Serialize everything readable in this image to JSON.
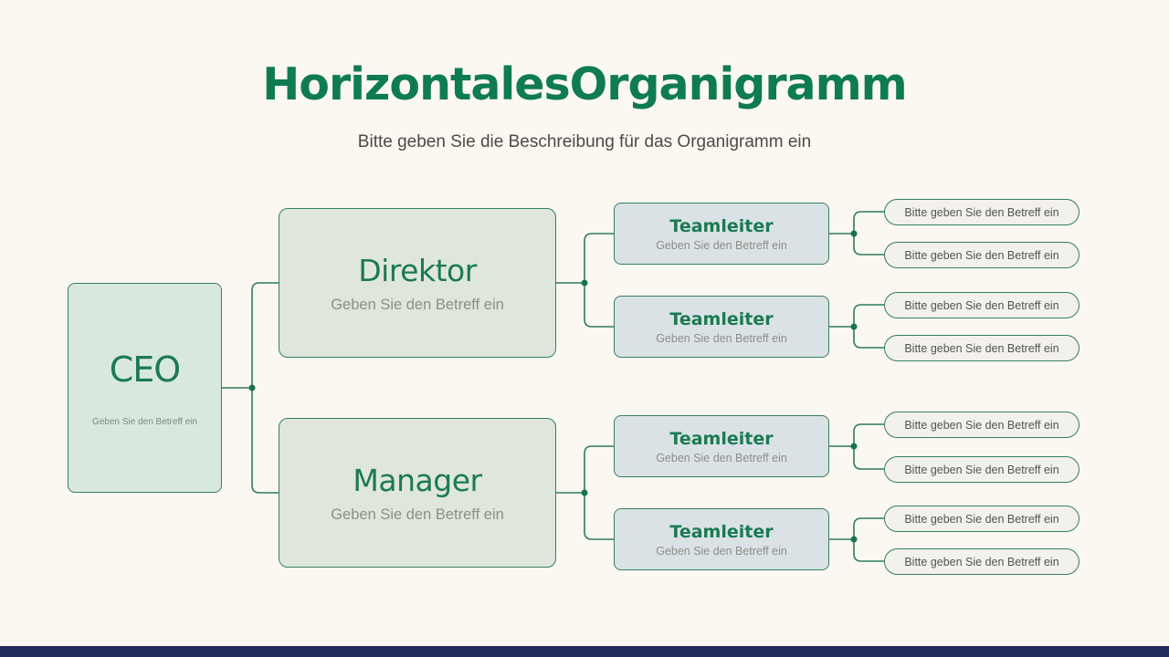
{
  "page": {
    "title": "HorizontalesOrganigramm",
    "subtitle": "Bitte geben Sie die Beschreibung für das Organigramm ein"
  },
  "colors": {
    "background": "#fbf7f1",
    "heading_green": "#0f7b50",
    "border_green": "#2e7d5b",
    "ceo_fill": "#d9e8de",
    "level2_fill": "#dfe6dc",
    "level3_fill": "#dae2e6",
    "pill_fill": "#f2f1ec",
    "footer_bar": "#232d5c"
  },
  "nodes": {
    "ceo": {
      "title": "CEO",
      "subtitle": "Geben Sie den Betreff ein"
    },
    "level2": [
      {
        "title": "Direktor",
        "subtitle": "Geben Sie den Betreff ein"
      },
      {
        "title": "Manager",
        "subtitle": "Geben Sie den Betreff ein"
      }
    ],
    "level3": [
      {
        "title": "Teamleiter",
        "subtitle": "Geben Sie den Betreff ein"
      },
      {
        "title": "Teamleiter",
        "subtitle": "Geben Sie den Betreff ein"
      },
      {
        "title": "Teamleiter",
        "subtitle": "Geben Sie den Betreff ein"
      },
      {
        "title": "Teamleiter",
        "subtitle": "Geben Sie den Betreff ein"
      }
    ],
    "level4": [
      {
        "label": "Bitte geben Sie den Betreff ein"
      },
      {
        "label": "Bitte geben Sie den Betreff ein"
      },
      {
        "label": "Bitte geben Sie den Betreff ein"
      },
      {
        "label": "Bitte geben Sie den Betreff ein"
      },
      {
        "label": "Bitte geben Sie den Betreff ein"
      },
      {
        "label": "Bitte geben Sie den Betreff ein"
      },
      {
        "label": "Bitte geben Sie den Betreff ein"
      },
      {
        "label": "Bitte geben Sie den Betreff ein"
      }
    ]
  }
}
